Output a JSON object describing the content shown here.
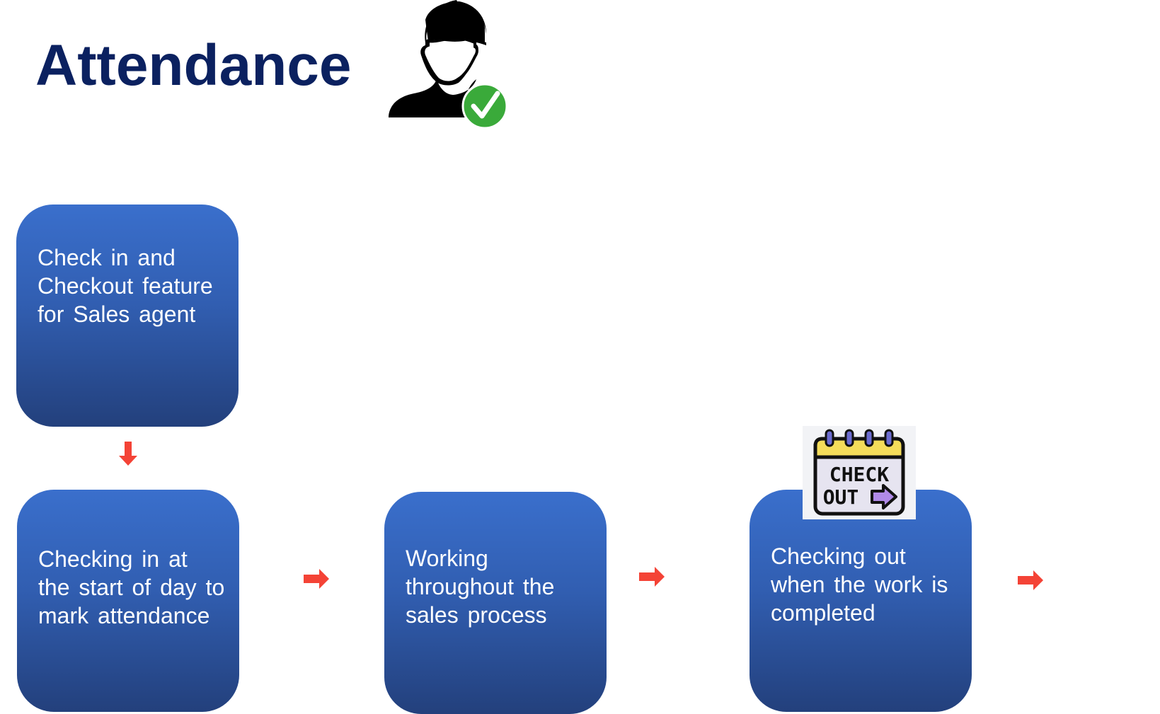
{
  "title": "Attendance",
  "icons": {
    "header_icon": "user-check-icon",
    "checkout_icon": "calendar-checkout-icon",
    "checkout_icon_text_line1": "CHECK",
    "checkout_icon_text_line2": "OUT"
  },
  "colors": {
    "title": "#0b2160",
    "box_gradient_top": "#3a6fcc",
    "box_gradient_bottom": "#23407c",
    "arrow": "#f44336",
    "check_badge": "#3aaa3a"
  },
  "flow": {
    "steps": [
      {
        "id": "step-1",
        "text": "Check in and Checkout feature for Sales agent"
      },
      {
        "id": "step-2",
        "text": "Checking in at the start of day to mark attendance"
      },
      {
        "id": "step-3",
        "text": "Working throughout the sales process"
      },
      {
        "id": "step-4",
        "text": "Checking out when the work is completed"
      }
    ],
    "connectors": [
      {
        "from": "step-1",
        "to": "step-2",
        "direction": "down"
      },
      {
        "from": "step-2",
        "to": "step-3",
        "direction": "right"
      },
      {
        "from": "step-3",
        "to": "step-4",
        "direction": "right"
      },
      {
        "from": "step-4",
        "to": "",
        "direction": "right"
      }
    ]
  }
}
